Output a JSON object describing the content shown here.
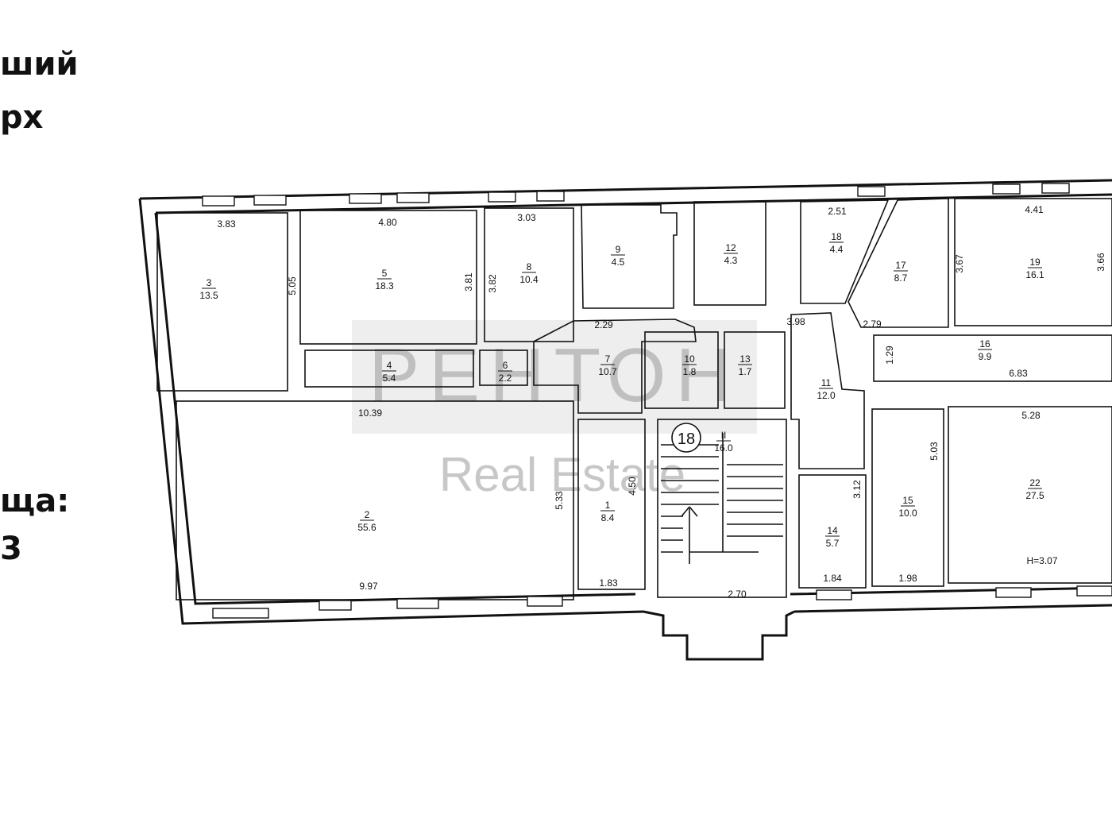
{
  "side_text": {
    "line1": "ший",
    "line2": "рх",
    "line3": "ща:",
    "line4": "3"
  },
  "watermark": {
    "logo": "РЕНТОН",
    "subtitle": "Real Estate"
  },
  "stair_label": "18",
  "rooms": [
    {
      "id": "room-2",
      "num": "2",
      "area": "55.6"
    },
    {
      "id": "room-3",
      "num": "3",
      "area": "13.5"
    },
    {
      "id": "room-4",
      "num": "4",
      "area": "5.4"
    },
    {
      "id": "room-5",
      "num": "5",
      "area": "18.3"
    },
    {
      "id": "room-6",
      "num": "6",
      "area": "2.2"
    },
    {
      "id": "room-7",
      "num": "7",
      "area": "10.7"
    },
    {
      "id": "room-8",
      "num": "8",
      "area": "10.4"
    },
    {
      "id": "room-9",
      "num": "9",
      "area": "4.5"
    },
    {
      "id": "room-10",
      "num": "10",
      "area": "1.8"
    },
    {
      "id": "room-11",
      "num": "11",
      "area": "12.0"
    },
    {
      "id": "room-12",
      "num": "12",
      "area": "4.3"
    },
    {
      "id": "room-13",
      "num": "13",
      "area": "1.7"
    },
    {
      "id": "room-1",
      "num": "1",
      "area": "8.4"
    },
    {
      "id": "room-14",
      "num": "14",
      "area": "5.7"
    },
    {
      "id": "room-15",
      "num": "15",
      "area": "10.0"
    },
    {
      "id": "room-16",
      "num": "16",
      "area": "9.9"
    },
    {
      "id": "room-17",
      "num": "17",
      "area": "8.7"
    },
    {
      "id": "room-18",
      "num": "18",
      "area": "4.4"
    },
    {
      "id": "room-19",
      "num": "19",
      "area": "16.1"
    },
    {
      "id": "room-22",
      "num": "22",
      "area": "27.5"
    },
    {
      "id": "stair-hall",
      "num": "II",
      "area": "16.0"
    }
  ],
  "dimensions": [
    "3.83",
    "4.80",
    "3.03",
    "2.51",
    "4.41",
    "5.05",
    "3.81",
    "3.82",
    "3.67",
    "3.66",
    "2.29",
    "3.98",
    "2.79",
    "1.29",
    "6.83",
    "10.39",
    "5.28",
    "5.03",
    "3.12",
    "5.33",
    "4.50",
    "9.97",
    "1.83",
    "2.70",
    "1.84",
    "1.98",
    "H=3.07"
  ]
}
